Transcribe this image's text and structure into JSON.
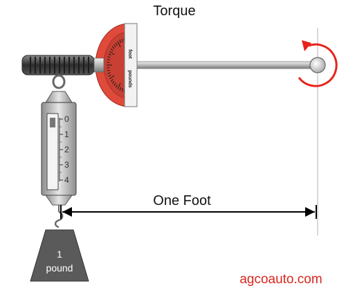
{
  "title": "Torque",
  "gauge": {
    "label_top": "foot",
    "label_bottom": "pounds"
  },
  "scale": {
    "ticks": [
      "0",
      "1",
      "2",
      "3",
      "4"
    ]
  },
  "distance_label": "One Foot",
  "weight": {
    "line1": "1",
    "line2": "pound"
  },
  "watermark": "agcoauto.com",
  "colors": {
    "rotation_arrow": "#e8231c",
    "gauge_red": "#e04a3a",
    "watermark": "#d8261c",
    "weight_fill": "#5a5a5a",
    "handle": "#444444"
  }
}
